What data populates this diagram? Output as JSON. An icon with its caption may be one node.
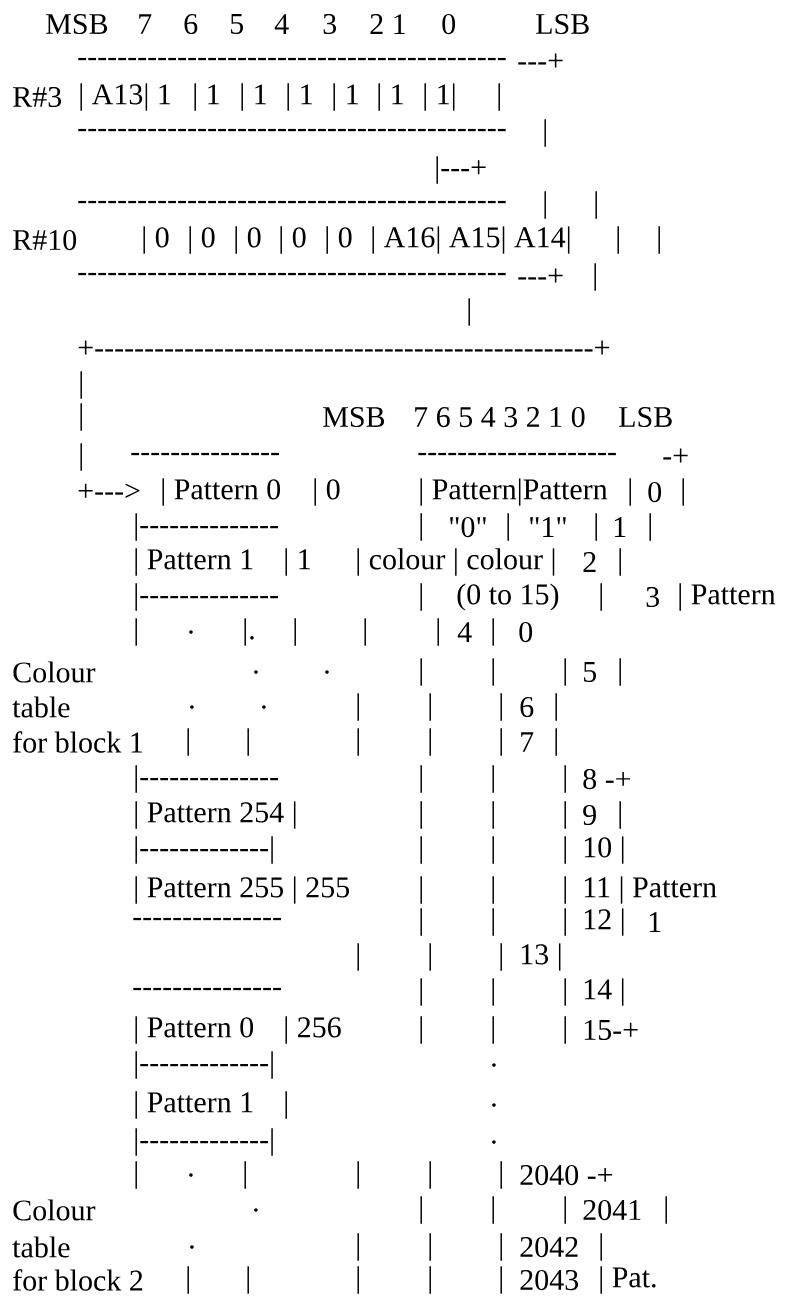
{
  "diagram": {
    "labels": [
      "MSB",
      "7",
      "6",
      "5",
      "4",
      "3",
      "2 1",
      "0",
      "LSB",
      "-------------------------------------------",
      "---+",
      "R#3",
      "| A13| 1",
      "| 1",
      "| 1",
      "| 1",
      "| 1",
      "| 1",
      "| 1|",
      "|",
      "-------------------------------------------",
      "|",
      "|---+",
      "-------------------------------------------",
      "|",
      "|",
      "R#10",
      "| 0",
      "| 0",
      "| 0",
      "| 0",
      "| 0",
      "| A16| A15| A14|",
      "|",
      "|",
      "-------------------------------------------",
      "---+",
      "|",
      "|",
      "+--------------------------------------------------+",
      "|",
      "|",
      "MSB",
      "7 6 5 4 3 2 1 0",
      "LSB",
      "|",
      "---------------",
      "--------------------",
      "-+",
      "+--->",
      "| Pattern 0",
      "| 0",
      "| Pattern|Pattern",
      "|",
      "0",
      "|",
      "|--------------",
      "|",
      "\"0\"",
      "|",
      "\"1\"",
      "|",
      "1",
      "|",
      "| Pattern 1",
      "| 1",
      "| colour | colour |",
      "2",
      "|",
      "|--------------",
      "|",
      "(0 to 15)",
      "|",
      "3",
      "| Pattern",
      "|",
      ".",
      "|.",
      "|",
      "|",
      "|",
      "4",
      "|",
      "0",
      "Colour",
      ".",
      ".",
      "|",
      "|",
      "|",
      "5",
      "|",
      "table",
      ".",
      ".",
      "|",
      "|",
      "|",
      "6",
      "|",
      "for block 1",
      "|",
      "|",
      "|",
      "|",
      "|",
      "7",
      "|",
      "|--------------",
      "|",
      "|",
      "|",
      "8 -+",
      "| Pattern 254 |",
      "|",
      "|",
      "|",
      "9",
      "|",
      "|-------------|",
      "|",
      "|",
      "|",
      "10 |",
      "| Pattern 255 | 255",
      "|",
      "|",
      "|",
      "11 | Pattern",
      "---------------",
      "|",
      "|",
      "|",
      "12 |",
      "1",
      "|",
      "|",
      "|",
      "13 |",
      "---------------",
      "|",
      "|",
      "|",
      "14 |",
      "| Pattern 0",
      "| 256",
      "|",
      "|",
      "|",
      "15-+",
      "|-------------|",
      ".",
      "| Pattern 1",
      "|",
      ".",
      "|-------------|",
      ".",
      "|",
      ".",
      "|",
      "|",
      "|",
      "|",
      "2040 -+",
      "Colour",
      ".",
      "|",
      "|",
      "|",
      "2041",
      "|",
      "table",
      ".",
      "|",
      "|",
      "|",
      "2042",
      "|",
      "for block 2",
      "|",
      "|",
      "|",
      "|",
      "|",
      "2043",
      "| Pat."
    ]
  }
}
